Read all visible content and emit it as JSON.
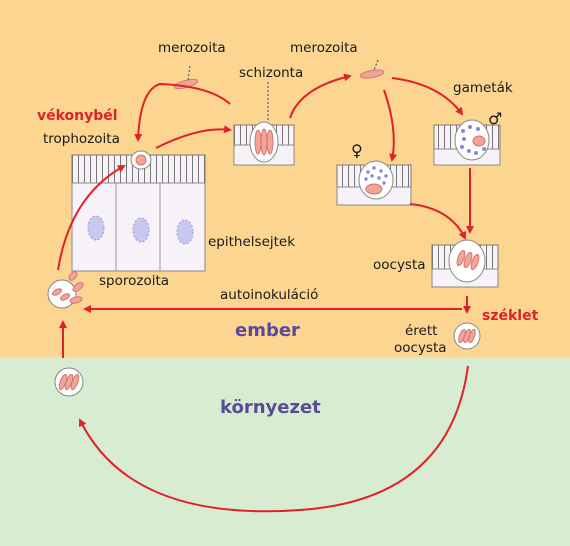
{
  "labels": {
    "merozoita_left": "merozoita",
    "merozoita_right": "merozoita",
    "schizonta": "schizonta",
    "gametak": "gameták",
    "male_symbol": "♂",
    "female_symbol": "♀",
    "vekonybel": "vékonybél",
    "trophozoita": "trophozoita",
    "epithelsejtek": "epithelsejtek",
    "sporozoita": "sporozoita",
    "oocysta": "oocysta",
    "autoinokulacio": "autoinokuláció",
    "szeklet": "széklet",
    "erett": "érett",
    "erett_oocysta": "oocysta",
    "ember": "ember",
    "kornyezet": "környezet"
  },
  "colors": {
    "host_bg": "#fcd591",
    "env_bg": "#d7ecd0",
    "arrow": "#e0202a",
    "region_text": "#5a4a9c",
    "cell_fill": "#f6f2f7",
    "nucleus": "#c9c6ef",
    "parasite": "#f3a494"
  }
}
